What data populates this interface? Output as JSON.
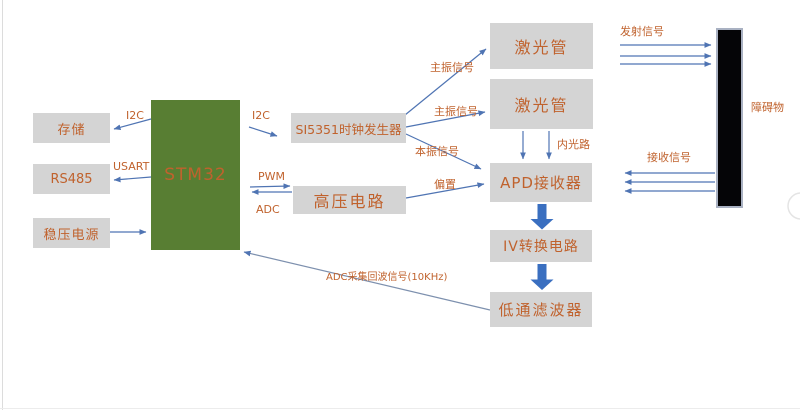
{
  "diagram": {
    "boxes": {
      "storage": "存储",
      "rs485": "RS485",
      "power": "稳压电源",
      "stm32": "STM32",
      "clockgen": "SI5351时钟发生器",
      "hv": "高压电路",
      "laser1": "激光管",
      "laser2": "激光管",
      "apd": "APD接收器",
      "iv": "IV转换电路",
      "lpf": "低通滤波器",
      "obstacle": "障碍物"
    },
    "labels": {
      "i2c_left": "I2C",
      "usart": "USART",
      "i2c_right": "I2C",
      "pwm": "PWM",
      "adc": "ADC",
      "master_signal_1": "主振信号",
      "master_signal_2": "主振信号",
      "local_signal": "本振信号",
      "bias": "偏置",
      "inner_optical_path": "内光路",
      "transmit_signal": "发射信号",
      "receive_signal": "接收信号",
      "adc_echo": "ADC采集回波信号(10KHz)"
    },
    "colors": {
      "box_fill": "#d4d4d4",
      "stm32_fill": "#587e33",
      "text_orange": "#c0622d",
      "arrow_blue": "#4f74b3",
      "block_arrow_blue": "#3a6fc0",
      "obstacle_fill": "#050507"
    }
  }
}
